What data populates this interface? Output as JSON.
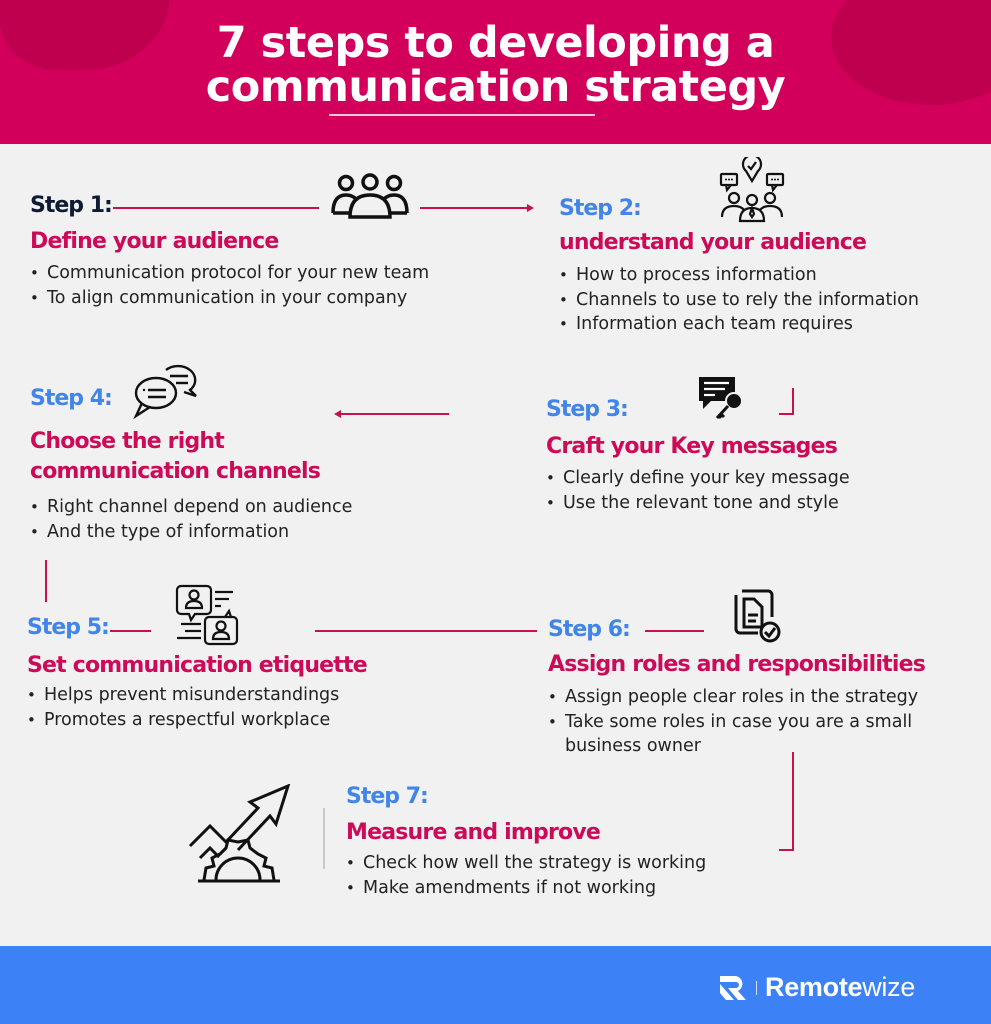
{
  "header": {
    "title_line1": "7 steps to developing a",
    "title_line2": "communication strategy",
    "background_color": "#d2005a"
  },
  "steps": [
    {
      "label": "Step 1:",
      "title": "Define your audience",
      "icon": "people-group-icon",
      "bullets": [
        "Communication protocol for your new team",
        "To align communication in your company"
      ]
    },
    {
      "label": "Step 2:",
      "title": "understand your audience",
      "icon": "team-feedback-icon",
      "bullets": [
        "How to process information",
        "Channels  to use to rely the information",
        "Information each team requires"
      ]
    },
    {
      "label": "Step 3:",
      "title": "Craft your Key messages",
      "icon": "message-key-icon",
      "bullets": [
        "Clearly define your key message",
        "Use the relevant tone and style"
      ]
    },
    {
      "label": "Step 4:",
      "title_line1": "Choose the right",
      "title_line2": "communication channels",
      "icon": "chat-bubbles-icon",
      "bullets": [
        "Right channel depend on audience",
        "And the type of information"
      ]
    },
    {
      "label": "Step 5:",
      "title": "Set communication etiquette",
      "icon": "user-conversation-icon",
      "bullets": [
        "Helps prevent misunderstandings",
        "Promotes a respectful workplace"
      ]
    },
    {
      "label": "Step 6:",
      "title": "Assign roles and responsibilities",
      "icon": "document-check-icon",
      "bullets": [
        "Assign people clear roles in the strategy",
        "Take some roles in case you are a small",
        "business owner"
      ]
    },
    {
      "label": "Step 7:",
      "title": "Measure and improve",
      "icon": "growth-gear-icon",
      "bullets": [
        "Check how well  the strategy is working",
        "Make amendments if not working"
      ]
    }
  ],
  "footer": {
    "brand_bold": "Remote",
    "brand_light": "wize",
    "background_color": "#3c82f6"
  },
  "colors": {
    "accent_pink": "#cc0a58",
    "step_blue": "#4285e8",
    "step1_dark": "#0f1b33",
    "connector": "#c8104e",
    "page_bg": "#f1f1f1"
  }
}
